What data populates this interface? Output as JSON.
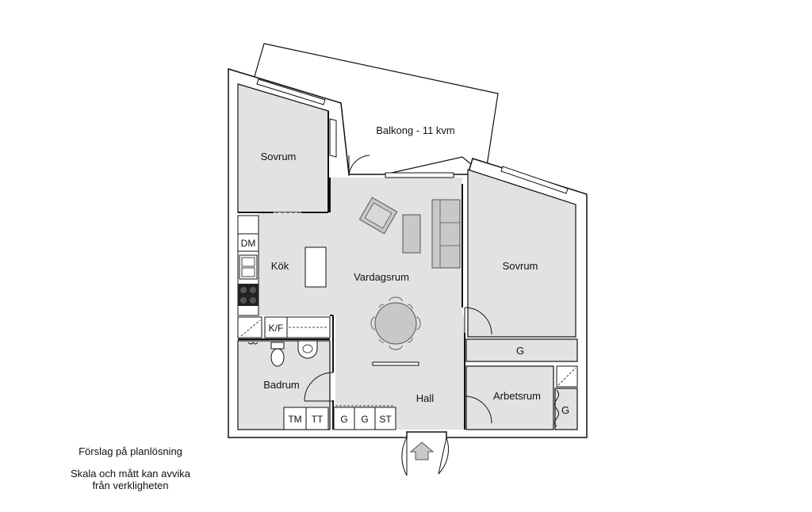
{
  "rooms": {
    "balcony": "Balkong - 11 kvm",
    "bedroom_left": "Sovrum",
    "bedroom_right": "Sovrum",
    "kitchen": "Kök",
    "living": "Vardagsrum",
    "bath": "Badrum",
    "hall": "Hall",
    "office": "Arbetsrum"
  },
  "fixtures": {
    "dm": "DM",
    "kf": "K/F",
    "tm": "TM",
    "tt": "TT",
    "g1": "G",
    "g2": "G",
    "st": "ST",
    "g_wardrobe_bedroom": "G",
    "g_wardrobe_office": "G"
  },
  "notes": {
    "proposal": "Förslag på planlösning",
    "scale_line1": "Skala och mått kan avvika",
    "scale_line2": "från verkligheten"
  },
  "colors": {
    "floor": "#e2e2e2",
    "wall": "#111111",
    "furniture": "#c8c8c8",
    "background": "#ffffff"
  }
}
